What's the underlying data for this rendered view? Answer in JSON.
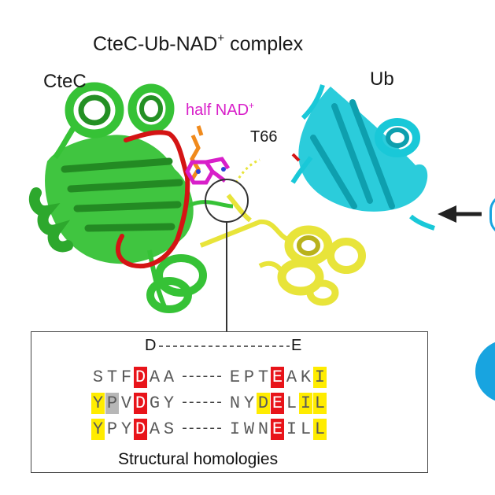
{
  "figure": {
    "title_main": "CteC-Ub-NAD",
    "title_sup": "+",
    "title_end": " complex",
    "label_ctec": "CteC",
    "label_ub": "Ub",
    "label_nad_main": "half NAD",
    "label_nad_sup": "+",
    "label_t66": "T66"
  },
  "colors": {
    "ctec": "#2fbf2f",
    "ctec_loop": "#d41414",
    "ub": "#17c7d6",
    "linker": "#e8e43a",
    "nad": "#d81fc9",
    "nad_orange": "#f08a1c",
    "blue_accent": "#18a4e0",
    "highlight_red": "#e8141a",
    "highlight_yellow": "#ffec00",
    "highlight_gray": "#b7b7b7"
  },
  "alignment": {
    "marker_left": "D",
    "marker_right": "E",
    "caption": "Structural homologies",
    "gap_text": "------",
    "rows": [
      {
        "left": [
          "S",
          "T",
          "F",
          "D",
          "A",
          "A"
        ],
        "right": [
          "E",
          "P",
          "T",
          "E",
          "A",
          "K",
          "I"
        ]
      },
      {
        "left": [
          "Y",
          "P",
          "V",
          "D",
          "G",
          "Y"
        ],
        "right": [
          "N",
          "Y",
          "D",
          "E",
          "L",
          "I",
          "L"
        ]
      },
      {
        "left": [
          "Y",
          "P",
          "Y",
          "D",
          "A",
          "S"
        ],
        "right": [
          "I",
          "W",
          "N",
          "E",
          "I",
          "L",
          "L"
        ]
      }
    ]
  }
}
